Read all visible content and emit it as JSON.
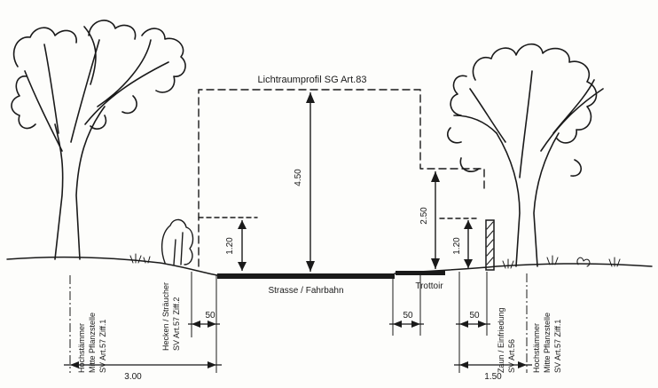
{
  "clearance_profile_label": "Lichtraumprofil SG Art.83",
  "road_label": "Strasse / Fahrbahn",
  "sidewalk_label": "Trottoir",
  "dimensions": {
    "total_height": "4.50",
    "sidewalk_clearance_height": "2.50",
    "hedge_height": "1.20",
    "fence_height": "1.20",
    "offset_hedge": "50",
    "offset_road_edge": "50",
    "offset_fence": "50",
    "tree_left_distance": "3.00",
    "tree_right_distance": "1.50"
  },
  "annotations": {
    "left_tree": [
      "Hochstämmer",
      "Mitte Pflanzstelle",
      "SV Art.57 Ziff.1"
    ],
    "hedge": [
      "Hecken / Sträucher",
      "SV Art.57 Ziff.2"
    ],
    "fence": [
      "Zaun / Einfriedung",
      "SV Art.56"
    ],
    "right_tree": [
      "Hochstämmer",
      "Mitte Pflanzstelle",
      "SV Art.57 Ziff.1"
    ]
  }
}
